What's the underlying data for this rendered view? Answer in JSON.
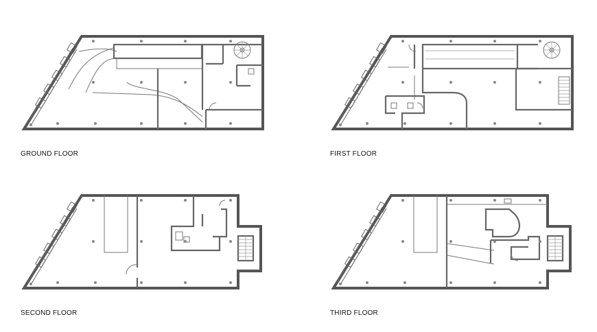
{
  "floors": [
    {
      "id": "ground",
      "label": "GROUND FLOOR"
    },
    {
      "id": "first",
      "label": "FIRST FLOOR"
    },
    {
      "id": "second",
      "label": "SECOND FLOOR"
    },
    {
      "id": "third",
      "label": "THIRD FLOOR"
    }
  ],
  "colors": {
    "wall": "#555555",
    "line": "#777777",
    "column": "#888888",
    "text": "#111111"
  }
}
